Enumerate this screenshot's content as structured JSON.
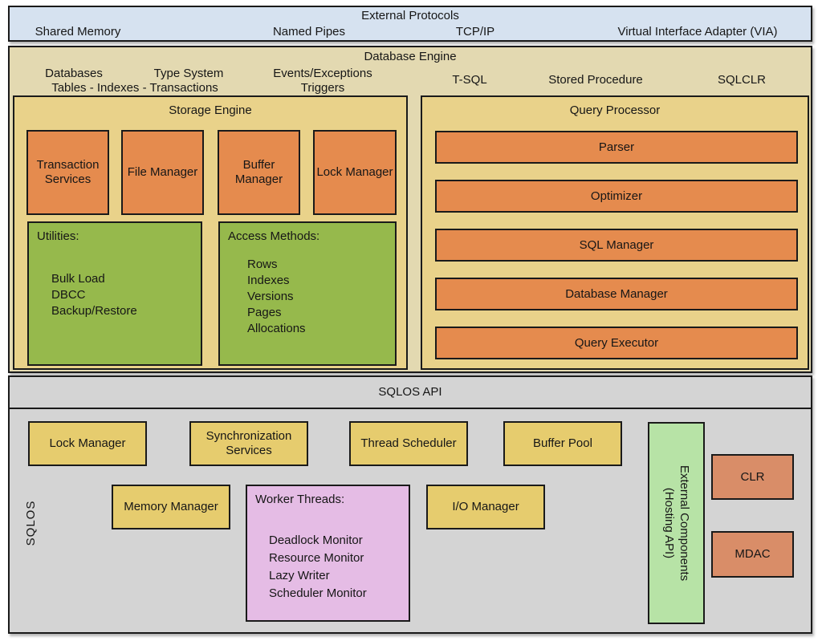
{
  "external_protocols": {
    "title": "External Protocols",
    "items": [
      "Shared Memory",
      "Named Pipes",
      "TCP/IP",
      "Virtual Interface Adapter (VIA)"
    ]
  },
  "database_engine": {
    "title": "Database Engine",
    "top_labels": {
      "databases": "Databases",
      "tables": "Tables - Indexes - Transactions",
      "type_system": "Type System",
      "events": "Events/Exceptions",
      "triggers": "Triggers",
      "t_sql": "T-SQL",
      "stored_procedure": "Stored Procedure",
      "sqlclr": "SQLCLR"
    },
    "storage_engine": {
      "title": "Storage Engine",
      "managers": [
        "Transaction Services",
        "File Manager",
        "Buffer Manager",
        "Lock Manager"
      ],
      "utilities": {
        "title": "Utilities:",
        "items": [
          "Bulk Load",
          "DBCC",
          "Backup/Restore"
        ]
      },
      "access_methods": {
        "title": "Access Methods:",
        "items": [
          "Rows",
          "Indexes",
          "Versions",
          "Pages",
          "Allocations"
        ]
      }
    },
    "query_processor": {
      "title": "Query Processor",
      "stages": [
        "Parser",
        "Optimizer",
        "SQL Manager",
        "Database Manager",
        "Query Executor"
      ]
    }
  },
  "sqlos": {
    "api_title": "SQLOS API",
    "side_label": "SQLOS",
    "services": [
      "Lock Manager",
      "Synchronization Services",
      "Thread Scheduler",
      "Buffer Pool"
    ],
    "memory_manager": "Memory Manager",
    "io_manager": "I/O Manager",
    "worker_threads": {
      "title": "Worker Threads:",
      "items": [
        "Deadlock Monitor",
        "Resource Monitor",
        "Lazy Writer",
        "Scheduler Monitor"
      ]
    },
    "external_components": {
      "line1": "External Components",
      "line2": "(Hosting API)"
    },
    "clr": "CLR",
    "mdac": "MDAC"
  },
  "colors": {
    "blue": "#d6e2f0",
    "tan": "#e3d9b1",
    "khaki": "#e9d28a",
    "orange": "#e58b4e",
    "green": "#96b94c",
    "gray": "#d4d4d4",
    "yellow": "#e6cc6e",
    "pink": "#e5bce5",
    "light_green": "#b7e3a6",
    "salmon": "#d98d68",
    "border": "#1a1a1a"
  }
}
